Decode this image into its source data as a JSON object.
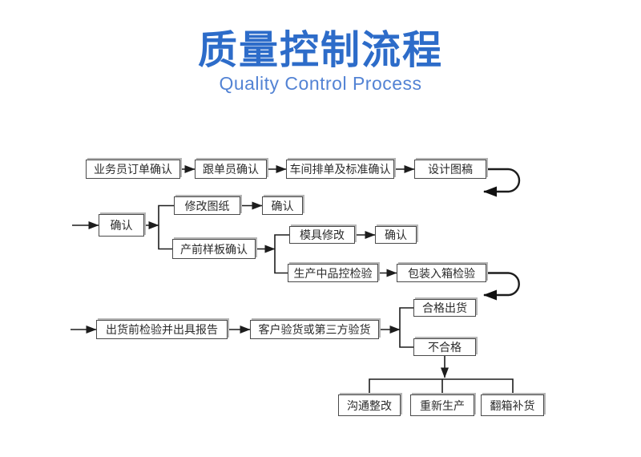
{
  "header": {
    "title_zh": "质量控制流程",
    "title_en": "Quality Control Process"
  },
  "colors": {
    "title_blue": "#2d6cc9",
    "subtitle_blue": "#5383d4",
    "connector_line": "#1d1d1d",
    "box_border": "#4a4a4a",
    "box_shadow": "#b6b6b6",
    "box_text": "#2b2b2b",
    "background": "#ffffff"
  },
  "flow": {
    "nodes": [
      {
        "label": "业务员订单确认"
      },
      {
        "label": "跟单员确认"
      },
      {
        "label": "车间排单及标准确认"
      },
      {
        "label": "设计图稿"
      },
      {
        "label": "确认"
      },
      {
        "label": "修改图纸"
      },
      {
        "label": "确认"
      },
      {
        "label": "产前样板确认"
      },
      {
        "label": "模具修改"
      },
      {
        "label": "确认"
      },
      {
        "label": "生产中品控检验"
      },
      {
        "label": "包装入箱检验"
      },
      {
        "label": "出货前检验并出具报告"
      },
      {
        "label": "客户验货或第三方验货"
      },
      {
        "label": "合格出货"
      },
      {
        "label": "不合格"
      },
      {
        "label": "沟通整改"
      },
      {
        "label": "重新生产"
      },
      {
        "label": "翻箱补货"
      }
    ]
  }
}
